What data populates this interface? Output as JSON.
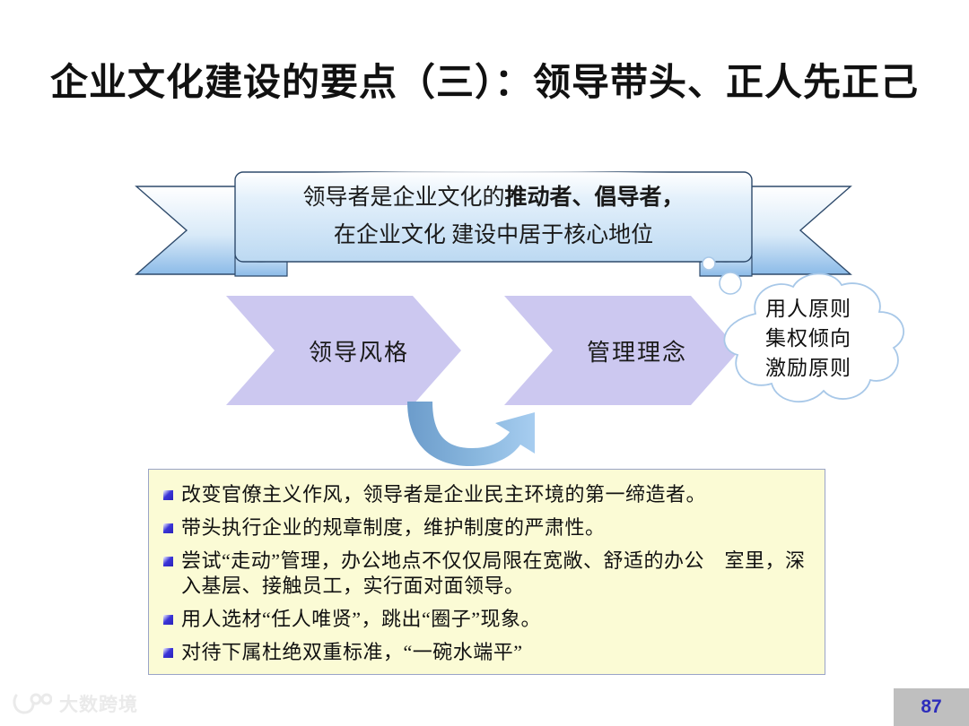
{
  "slide": {
    "title": "企业文化建设的要点（三）：领导带头、正人先正己",
    "page_number": "87",
    "watermark_text": "大数跨境"
  },
  "ribbon": {
    "line1_normal": "领导者是企业文化的",
    "line1_bold": "推动者、倡导者，",
    "line2": "在企业文化 建设中居于核心地位"
  },
  "chevrons": [
    {
      "label": "领导风格"
    },
    {
      "label": "管理理念"
    }
  ],
  "cloud": {
    "line1": "用人原则",
    "line2": "集权倾向",
    "line3": "激励原则"
  },
  "bullets": [
    {
      "text": "改变官僚主义作风，领导者是企业民主环境的第一缔造者。"
    },
    {
      "text": "带头执行企业的规章制度，维护制度的严肃性。"
    },
    {
      "text": "尝试“走动”管理，办公地点不仅仅局限在宽敞、舒适的办公　室里，深入基层、接触员工，实行面对面领导。"
    },
    {
      "text": "用人选材“任人唯贤”，跳出“圈子”现象。"
    },
    {
      "text": "对待下属杜绝双重标准，“一碗水端平”"
    }
  ],
  "colors": {
    "title": "#111111",
    "ribbon_fill_light": "#ffffff",
    "ribbon_fill_blue": "#8cbbe8",
    "ribbon_stroke": "#2e4a6b",
    "chevron_fill": "#CCC8F0",
    "cloud_stroke": "#a8c8e8",
    "cloud_fill": "#ffffff",
    "arrow_dark": "#6c9ccb",
    "arrow_light": "#a7cdf0",
    "box_fill": "#FBFBD5",
    "box_border": "#9aa4c8",
    "bullet_marker": "#3b35d8",
    "page_bar": "#bfbfbf",
    "page_number": "#2d2dbb"
  }
}
